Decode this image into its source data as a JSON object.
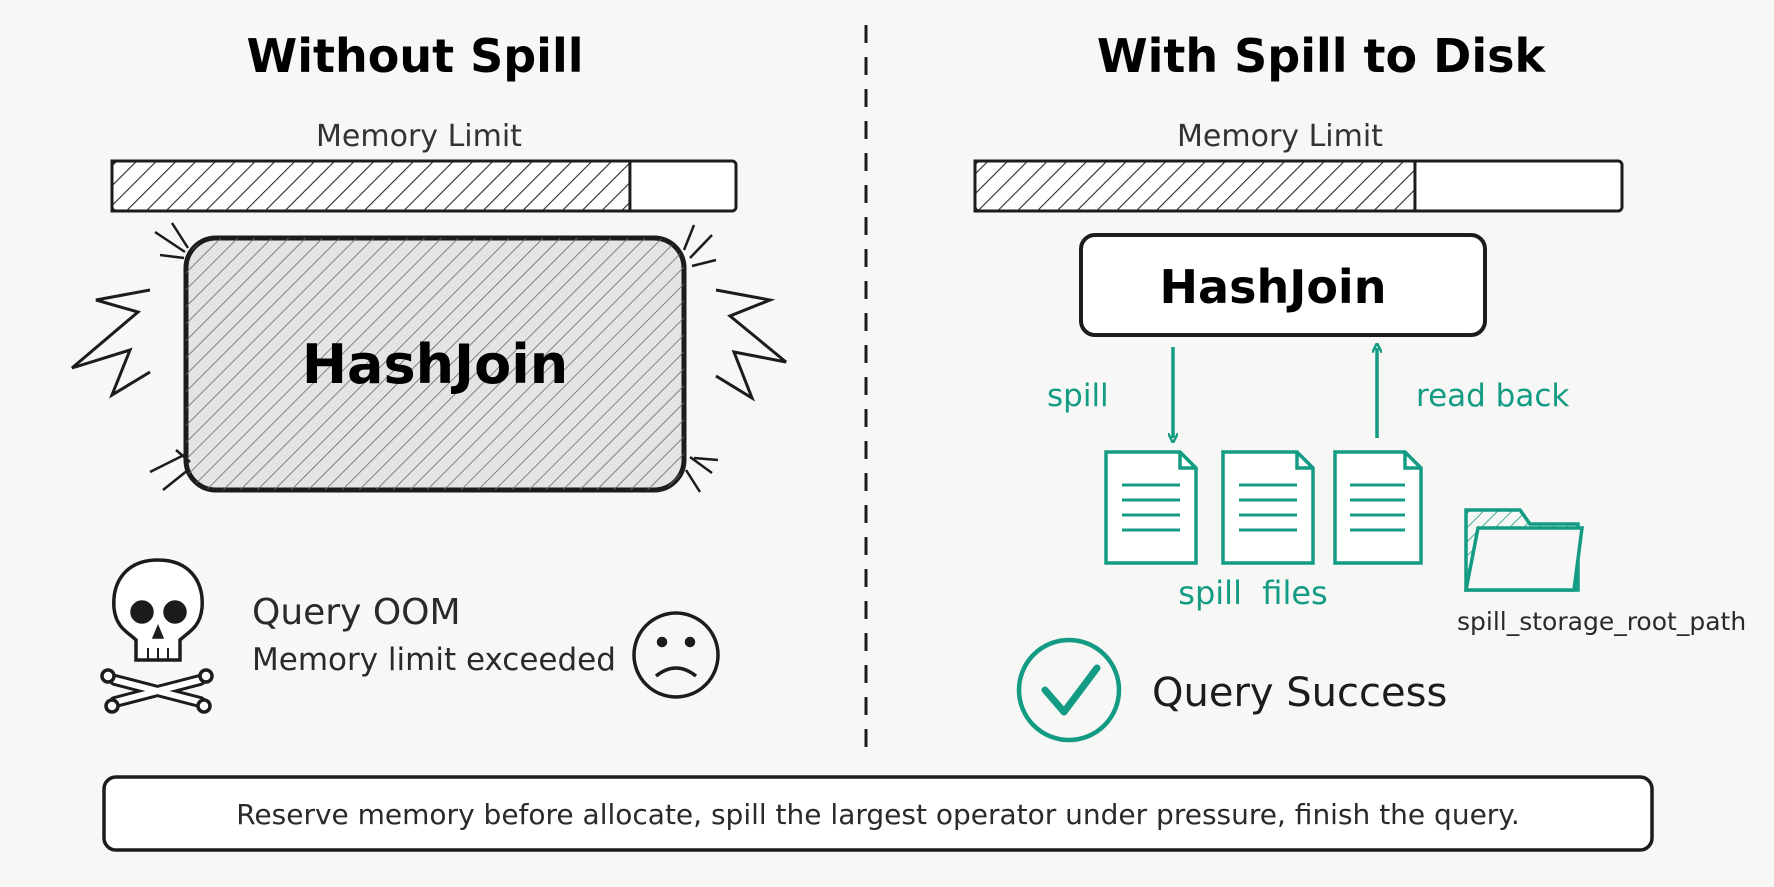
{
  "left": {
    "title": "Without Spill",
    "memory_label": "Memory Limit",
    "memory_usage_fraction": 0.83,
    "operator": "HashJoin",
    "status_title": "Query OOM",
    "status_detail": "Memory limit exceeded"
  },
  "right": {
    "title": "With Spill to Disk",
    "memory_label": "Memory Limit",
    "memory_usage_fraction": 0.68,
    "operator": "HashJoin",
    "spill_label": "spill",
    "read_back_label": "read back",
    "files_label": "spill  files",
    "folder_label": "spill_storage_root_path",
    "status_title": "Query Success"
  },
  "footer": {
    "text": "Reserve memory before allocate, spill the largest operator under pressure, finish the query."
  },
  "colors": {
    "accent": "#139b84",
    "ink": "#1c1c1c",
    "background": "#f7f7f5"
  },
  "icons": [
    "skull-crossbones-icon",
    "sad-face-icon",
    "document-icon",
    "folder-icon",
    "checkmark-circle-icon"
  ]
}
